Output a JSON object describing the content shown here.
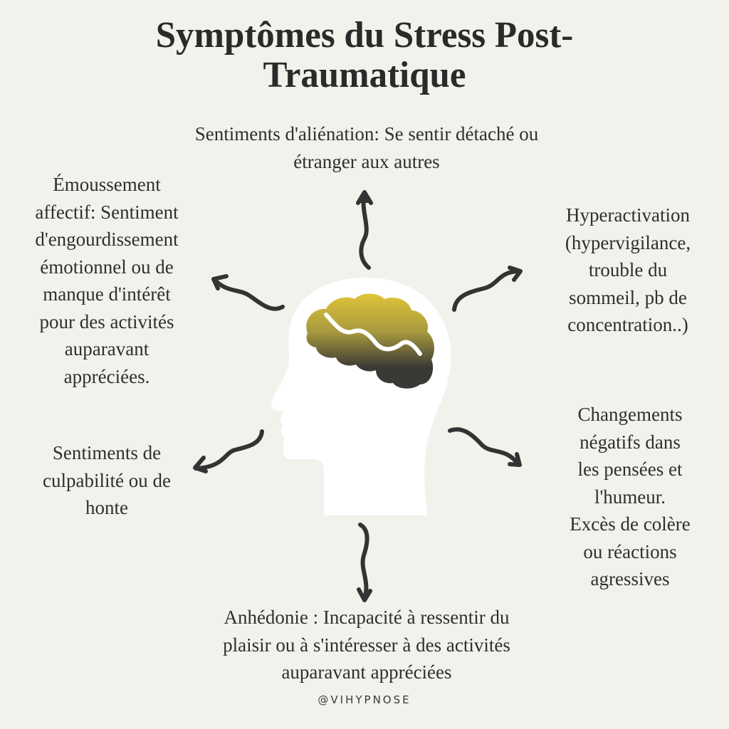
{
  "title": {
    "lines": [
      "Symptômes du Stress Post-",
      "Traumatique"
    ]
  },
  "symptoms": {
    "alienation": {
      "lines": [
        "Sentiments d'aliénation: Se sentir détaché ou",
        "étranger aux autres"
      ]
    },
    "emoussement": {
      "lines": [
        "Émoussement",
        "affectif: Sentiment",
        "d'engourdissement",
        "émotionnel ou de",
        "manque d'intérêt",
        "pour des activités",
        "auparavant",
        "appréciées."
      ]
    },
    "hyperactivation": {
      "lines": [
        "Hyperactivation",
        "(hypervigilance,",
        "trouble du",
        "sommeil, pb de",
        "concentration..)"
      ]
    },
    "changements": {
      "lines": [
        "Changements",
        "négatifs dans",
        "les pensées et",
        "l'humeur.",
        "Excès de colère",
        "ou réactions",
        "agressives"
      ]
    },
    "culpabilite": {
      "lines": [
        "Sentiments de",
        "culpabilité ou de",
        "honte"
      ]
    },
    "anhedonie": {
      "lines": [
        "Anhédonie : Incapacité à ressentir du",
        "plaisir ou à s'intéresser à des activités",
        "auparavant appréciées"
      ]
    }
  },
  "footer": {
    "handle": "@VIHYPNOSE"
  },
  "colors": {
    "background": "#f3f1ec",
    "head": "#ffffff",
    "brain_top": "#dfc23a",
    "brain_bottom": "#3a3835",
    "arrow": "#333333",
    "text": "#2f2f2f"
  },
  "icons": {
    "head": "head-silhouette-icon",
    "brain": "brain-icon",
    "arrows": [
      "arrow-up",
      "arrow-up-left",
      "arrow-up-right",
      "arrow-down-left",
      "arrow-down-right",
      "arrow-down"
    ]
  }
}
